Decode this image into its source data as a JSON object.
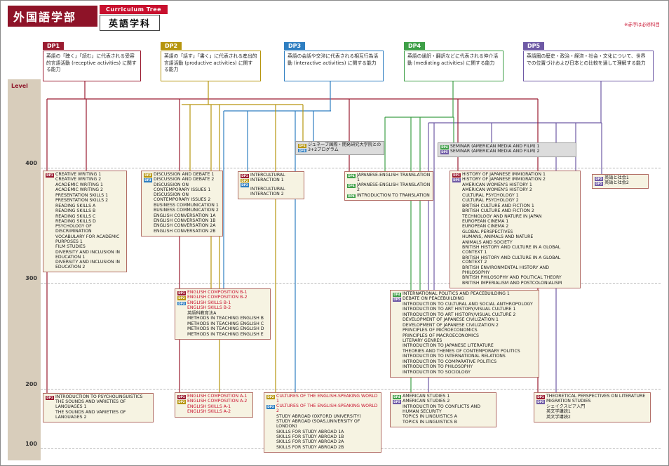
{
  "header": {
    "faculty": "外国語学部",
    "banner": "Curriculum Tree",
    "department": "英語学科",
    "note": "※赤字は必修科目"
  },
  "axis": {
    "label": "Level",
    "ticks": [
      "400",
      "300",
      "200",
      "100"
    ]
  },
  "dp_colors": {
    "DP1": "#9a1b30",
    "DP2": "#b6950e",
    "DP3": "#2e7ec1",
    "DP4": "#3e9f47",
    "DP5": "#6e59a5"
  },
  "required_color": "#c8102e",
  "dp_headers": [
    {
      "id": "DP1",
      "description": "英語の「聴く」「読む」に代表される受容的言語活動 (receptive activities) に関する能力"
    },
    {
      "id": "DP2",
      "description": "英語の「話す」「書く」に代表される産出的言語活動 (productive activities) に関する能力"
    },
    {
      "id": "DP3",
      "description": "英語の会話や交渉に代表される相互行為活動 (interactive activities) に関する能力"
    },
    {
      "id": "DP4",
      "description": "英語の通訳・翻訳などに代表される仲介活動 (mediating activities) に関する能力"
    },
    {
      "id": "DP5",
      "description": "英語圏の歴史・政治・経済・社会・文化について、世界での位置づけおよび日本との比較を通して理解する能力"
    }
  ],
  "boxes": [
    {
      "id": "geneva",
      "variant": "gray",
      "courses": [
        {
          "tags": [
            "DP2",
            "DP3"
          ],
          "name": "ジュネーブ国際・開発研究大学院との3+2プログラム"
        }
      ]
    },
    {
      "id": "seminar",
      "variant": "gray",
      "courses": [
        {
          "tags": [
            "DP4"
          ],
          "name": "SEMINAR (AMERICAN MEDIA AND FILM)  1"
        },
        {
          "tags": [
            "DP5"
          ],
          "name": "SEMINAR (AMERICAN MEDIA AND FILM)  2"
        }
      ]
    },
    {
      "id": "dp1_400",
      "courses": [
        {
          "tags": [
            "DP1"
          ],
          "name": "CREATIVE WRITING 1"
        },
        {
          "name": "CREATIVE WRITING 2"
        },
        {
          "name": "ACADEMIC WRITING 1"
        },
        {
          "name": "ACADEMIC WRITING 2"
        },
        {
          "name": "PRESENTATION SKILLS 1"
        },
        {
          "name": "PRESENTATION SKILLS 2"
        },
        {
          "name": "READING SKILLS A"
        },
        {
          "name": "READING SKILLS B"
        },
        {
          "name": "READING SKILLS C"
        },
        {
          "name": "READING SKILLS D"
        },
        {
          "name": "PSYCHOLOGY OF DISCRIMINATION"
        },
        {
          "name": "VOCABULARY FOR ACADEMIC PURPOSES 1"
        },
        {
          "name": "FILM STUDIES"
        },
        {
          "name": "DIVERSITY AND INCLUSION IN EDUCATION 1"
        },
        {
          "name": "DIVERSITY AND INCLUSION IN EDUCATION 2"
        }
      ]
    },
    {
      "id": "dp2_400",
      "courses": [
        {
          "tags": [
            "DP2"
          ],
          "name": "DISCUSSION AND DEBATE 1"
        },
        {
          "tags": [
            "DP3"
          ],
          "name": "DISCUSSION AND DEBATE 2"
        },
        {
          "name": "DISCUSSION ON CONTEMPORARY ISSUES 1"
        },
        {
          "name": "DISCUSSION ON CONTEMPORARY ISSUES 2"
        },
        {
          "name": "BUSINESS COMMUNICATION 1"
        },
        {
          "name": "BUSINESS COMMUNICATION 2"
        },
        {
          "name": "ENGLISH CONVERSATION 1A"
        },
        {
          "name": "ENGLISH CONVERSATION 1B"
        },
        {
          "name": "ENGLISH CONVERSATION 2A"
        },
        {
          "name": "ENGLISH CONVERSATION 2B"
        }
      ]
    },
    {
      "id": "intercultural",
      "courses": [
        {
          "tags": [
            "DP1",
            "DP2",
            "DP3"
          ],
          "name": "INTERCULTURAL INTERACTION 1"
        },
        {
          "name": "INTERCULTURAL INTERACTION 2"
        }
      ]
    },
    {
      "id": "translation",
      "courses": [
        {
          "tags": [
            "DP4"
          ],
          "name": "JAPANESE-ENGLISH TRANSLATION 1"
        },
        {
          "tags": [
            "DP4"
          ],
          "name": "JAPANESE-ENGLISH TRANSLATION 2"
        },
        {
          "tags": [
            "DP4"
          ],
          "name": "INTRODUCTION TO TRANSLATION"
        }
      ]
    },
    {
      "id": "dp5_400",
      "courses": [
        {
          "tags": [
            "DP1"
          ],
          "name": "HISTORY OF JAPANESE IMMIGRATION 1"
        },
        {
          "tags": [
            "DP5"
          ],
          "name": "HISTORY OF JAPANESE IMMIGRATION 2"
        },
        {
          "name": "AMERICAN WOMEN'S HISTORY 1"
        },
        {
          "name": "AMERICAN WOMEN'S HISTORY 2"
        },
        {
          "name": "CULTURAL PSYCHOLOGY 1"
        },
        {
          "name": "CULTURAL PSYCHOLOGY 2"
        },
        {
          "name": "BRITISH CULTURE AND FICTION 1"
        },
        {
          "name": "BRITISH CULTURE AND FICTION 2"
        },
        {
          "name": "TECHNOLOGY AND NATURE IN JAPAN"
        },
        {
          "name": "EUROPEAN CINEMA 1"
        },
        {
          "name": "EUROPEAN CINEMA 2"
        },
        {
          "name": "GLOBAL PERSPECTIVES"
        },
        {
          "name": "HUMANS, ANIMALS AND NATURE"
        },
        {
          "name": "ANIMALS AND SOCIETY"
        },
        {
          "name": "BRITISH HISTORY AND CULTURE IN A GLOBAL CONTEXT 1"
        },
        {
          "name": "BRITISH HISTORY AND CULTURE IN A GLOBAL CONTEXT 2"
        },
        {
          "name": "BRITISH ENVIRONMENTAL HISTORY AND PHILOSOPHY"
        },
        {
          "name": "BRITISH PHILOSOPHY AND POLITICAL THEORY"
        },
        {
          "name": "BRITISH IMPERIALISM AND POSTCOLONIALISM"
        }
      ]
    },
    {
      "id": "society",
      "courses": [
        {
          "tags": [
            "DP5"
          ],
          "name": "英語と社会1"
        },
        {
          "tags": [
            "DP5"
          ],
          "name": "英語と社会2"
        }
      ]
    },
    {
      "id": "comp_b",
      "courses": [
        {
          "tags": [
            "DP1"
          ],
          "name": "ENGLISH COMPOSITION B-1",
          "required": true
        },
        {
          "tags": [
            "DP2"
          ],
          "name": "ENGLISH COMPOSITION B-2",
          "required": true
        },
        {
          "tags": [
            "DP3"
          ],
          "name": "ENGLISH SKILLS B-1",
          "required": true
        },
        {
          "name": "ENGLISH SKILLS B-2",
          "required": true
        },
        {
          "name": "英語科教育法A"
        },
        {
          "name": "METHODS IN TEACHING ENGLISH B"
        },
        {
          "name": "METHODS IN TEACHING ENGLISH C"
        },
        {
          "name": "METHODS IN TEACHING ENGLISH D"
        },
        {
          "name": "METHODS IN TEACHING ENGLISH E"
        }
      ]
    },
    {
      "id": "intl_politics",
      "courses": [
        {
          "tags": [
            "DP4"
          ],
          "name": "INTERNATIONAL POLITICS AND PEACEBUILDING 1"
        },
        {
          "tags": [
            "DP5"
          ],
          "name": "DEBATE ON PEACEBUILDING"
        },
        {
          "name": "INTRODUCTION TO CULTURAL AND SOCIAL ANTHROPOLOGY"
        },
        {
          "name": "INTRODUCTION TO ART HISTORY/VISUAL CULTURE 1"
        },
        {
          "name": "INTRODUCTION TO ART HISTORY/VISUAL CULTURE 2"
        },
        {
          "name": "DEVELOPMENT OF JAPANESE CIVILIZATION 1"
        },
        {
          "name": "DEVELOPMENT OF JAPANESE CIVILIZATION 2"
        },
        {
          "name": "PRINCIPLES OF MICROECONOMICS"
        },
        {
          "name": "PRINCIPLES OF MACROECONOMICS"
        },
        {
          "name": "LITERARY GENRES"
        },
        {
          "name": "INTRODUCTION TO JAPANESE LITERATURE"
        },
        {
          "name": "THEORIES AND THEMES OF CONTEMPORARY POLITICS"
        },
        {
          "name": "INTRODUCTION TO INTERNATIONAL RELATIONS"
        },
        {
          "name": "INTRODUCTION TO COMPARATIVE POLITICS"
        },
        {
          "name": "INTRODUCTION TO PHILOSOPHY"
        },
        {
          "name": "INTRODUCTION TO SOCIOLOGY"
        }
      ]
    },
    {
      "id": "psycholing",
      "courses": [
        {
          "tags": [
            "DP1"
          ],
          "name": "INTRODUCTION TO PSYCHOLINGUISTICS"
        },
        {
          "name": "THE SOUNDS AND VARIETIES OF LANGUAGES 1"
        },
        {
          "name": "THE SOUNDS AND VARIETIES OF LANGUAGES 2"
        }
      ]
    },
    {
      "id": "comp_a",
      "courses": [
        {
          "tags": [
            "DP1"
          ],
          "name": "ENGLISH COMPOSITION A-1",
          "required": true
        },
        {
          "tags": [
            "DP2"
          ],
          "name": "ENGLISH COMPOSITION A-2",
          "required": true
        },
        {
          "name": "ENGLISH SKILLS A-1",
          "required": true
        },
        {
          "name": "ENGLISH SKILLS A-2",
          "required": true
        }
      ]
    },
    {
      "id": "cultures",
      "courses": [
        {
          "tags": [
            "DP2"
          ],
          "name": "CULTURES OF THE ENGLISH-SPEAKING WORLD 1",
          "required": true
        },
        {
          "tags": [
            "DP3"
          ],
          "name": "CULTURES OF THE ENGLISH-SPEAKING WORLD 2",
          "required": true
        },
        {
          "name": "STUDY ABROAD (OXFORD UNIVERSITY)"
        },
        {
          "name": "STUDY ABROAD (SOAS,UNIVERSITY OF LONDON)"
        },
        {
          "name": "SKILLS FOR STUDY ABROAD 1A"
        },
        {
          "name": "SKILLS FOR STUDY ABROAD 1B"
        },
        {
          "name": "SKILLS FOR STUDY ABROAD 2A"
        },
        {
          "name": "SKILLS FOR STUDY ABROAD 2B"
        }
      ]
    },
    {
      "id": "american",
      "courses": [
        {
          "tags": [
            "DP4"
          ],
          "name": "AMERICAN STUDIES 1"
        },
        {
          "tags": [
            "DP5"
          ],
          "name": "AMERICAN STUDIES  2"
        },
        {
          "name": "INTRODUCTION TO CONFLICTS AND HUMAN SECURITY"
        },
        {
          "name": "TOPICS IN LINGUISTICS A"
        },
        {
          "name": "TOPICS IN LINGUISTICS B"
        }
      ]
    },
    {
      "id": "literature",
      "courses": [
        {
          "tags": [
            "DP1"
          ],
          "name": "THEORETICAL PERSPECTIVES ON LITERATURE"
        },
        {
          "tags": [
            "DP5"
          ],
          "name": "MIGRATION STUDIES"
        },
        {
          "name": "シェイクスピア入門"
        },
        {
          "name": "英文学講読1"
        },
        {
          "name": "英文学講読2"
        }
      ]
    }
  ]
}
